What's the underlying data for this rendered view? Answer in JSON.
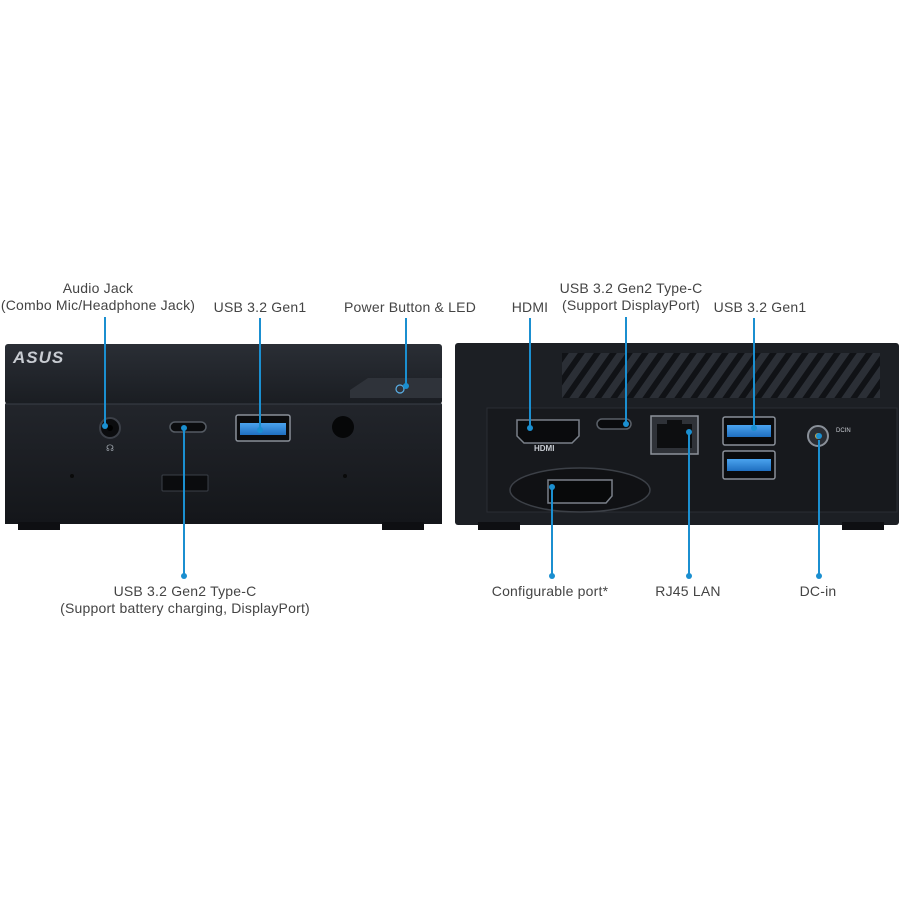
{
  "front": {
    "logo": "ASUS",
    "callouts": {
      "audio_jack_title": "Audio Jack",
      "audio_jack_sub": "(Combo Mic/Headphone Jack)",
      "usb_gen1": "USB 3.2 Gen1",
      "power": "Power Button & LED",
      "usbc_title": "USB 3.2 Gen2 Type-C",
      "usbc_sub": "(Support battery charging, DisplayPort)"
    }
  },
  "rear": {
    "port_text": {
      "hdmi": "HDMI",
      "dcin": "DCIN"
    },
    "callouts": {
      "hdmi": "HDMI",
      "usbc_title": "USB 3.2 Gen2 Type-C",
      "usbc_sub": "(Support DisplayPort)",
      "usb_gen1": "USB 3.2 Gen1",
      "configurable": "Configurable port*",
      "rj45": "RJ45 LAN",
      "dcin": "DC-in"
    }
  },
  "colors": {
    "accent": "#1b8fd0",
    "chassis": "#1c1f24",
    "usb_blue": "#2f86d6"
  }
}
